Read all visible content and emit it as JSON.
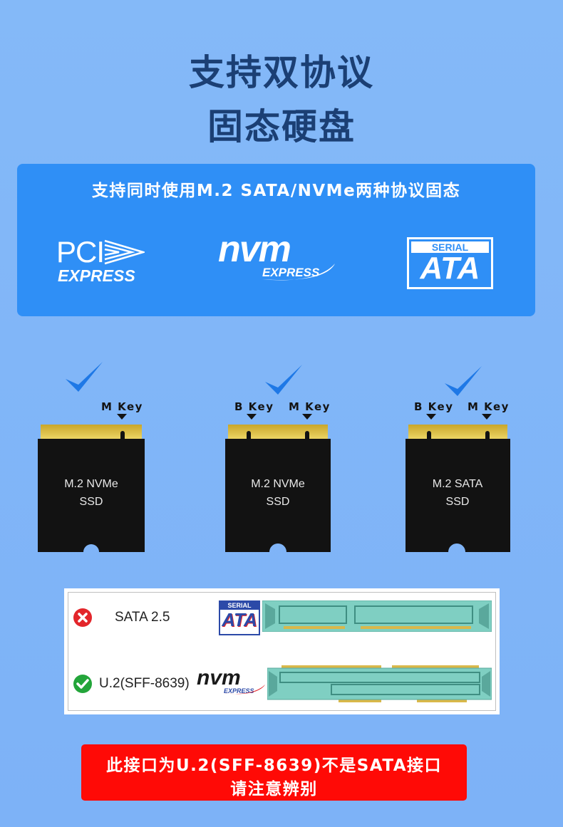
{
  "headline": {
    "line1": "支持双协议",
    "line2": "固态硬盘"
  },
  "protocols_panel": {
    "heading": "支持同时使用M.2 SATA/NVMe两种协议固态",
    "logos": {
      "pcie": {
        "top": "PCI",
        "bottom": "EXPRESS",
        "icon": "pcie-chevron-icon"
      },
      "nvme": {
        "top": "nvm",
        "bottom": "EXPRESS"
      },
      "sata": {
        "top": "SERIAL",
        "bottom": "ATA"
      }
    }
  },
  "ssds": [
    {
      "keys": [
        "M Key"
      ],
      "label_line1": "M.2 NVMe",
      "label_line2": "SSD",
      "supported": true
    },
    {
      "keys": [
        "B Key",
        "M Key"
      ],
      "label_line1": "M.2 NVMe",
      "label_line2": "SSD",
      "supported": true
    },
    {
      "keys": [
        "B Key",
        "M Key"
      ],
      "label_line1": "M.2 SATA",
      "label_line2": "SSD",
      "supported": true
    }
  ],
  "comparison": [
    {
      "label": "SATA 2.5",
      "status": "not-supported",
      "icon": "cross-icon",
      "logo": "serial-ata-logo"
    },
    {
      "label": "U.2(SFF-8639)",
      "status": "supported",
      "icon": "check-icon",
      "logo": "nvme-express-logo"
    }
  ],
  "small_logos": {
    "sata_top": "SERIAL",
    "sata_bottom": "ATA",
    "nvme_top": "nvm",
    "nvme_bottom": "EXPRESS"
  },
  "warning": {
    "line1": "此接口为U.2(SFF-8639)不是SATA接口",
    "line2": "请注意辨别"
  },
  "colors": {
    "background": "#84b9f8",
    "panel": "#2f8ff6",
    "headline": "#1b3f74",
    "check": "#1e78e6",
    "warning": "#ff0a06",
    "connector": "#7fcfc2"
  }
}
